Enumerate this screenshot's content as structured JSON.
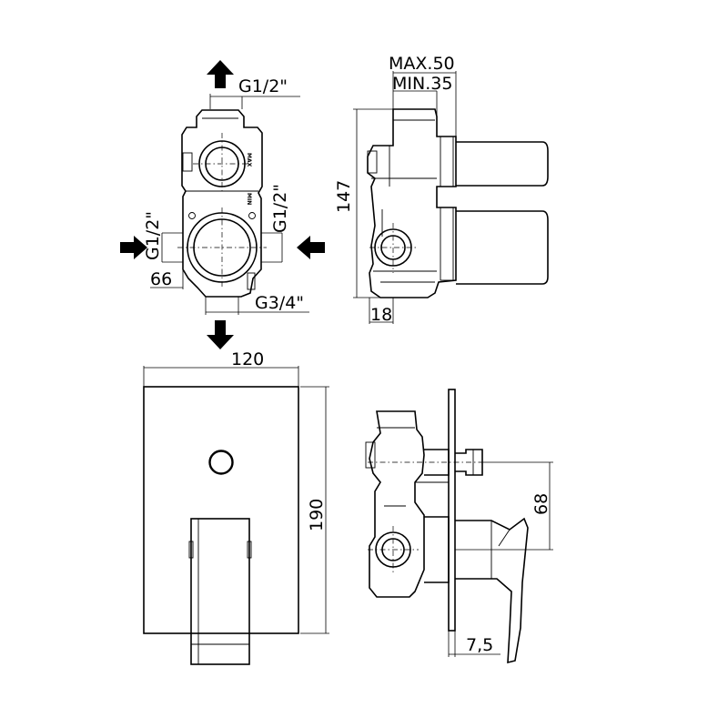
{
  "top_view": {
    "outlet_top_thread": "G1/2\"",
    "inlet_left_thread": "G1/2\"",
    "inlet_right_thread": "G1/2\"",
    "outlet_bottom_thread": "G3/4\"",
    "inlet_spacing": "66",
    "marker_max": "MAX",
    "marker_min": "MIN"
  },
  "side_view": {
    "depth_max": "MAX.50",
    "depth_min": "MIN.35",
    "height": "147",
    "base_offset": "18"
  },
  "front_view": {
    "plate_width": "120",
    "plate_height": "190"
  },
  "assembled_view": {
    "spout_offset": "68",
    "plate_thickness": "7,5"
  },
  "icons": {
    "arrow_up": "arrow-up-icon",
    "arrow_down": "arrow-down-icon",
    "arrow_right": "arrow-right-icon",
    "arrow_left": "arrow-left-icon"
  }
}
